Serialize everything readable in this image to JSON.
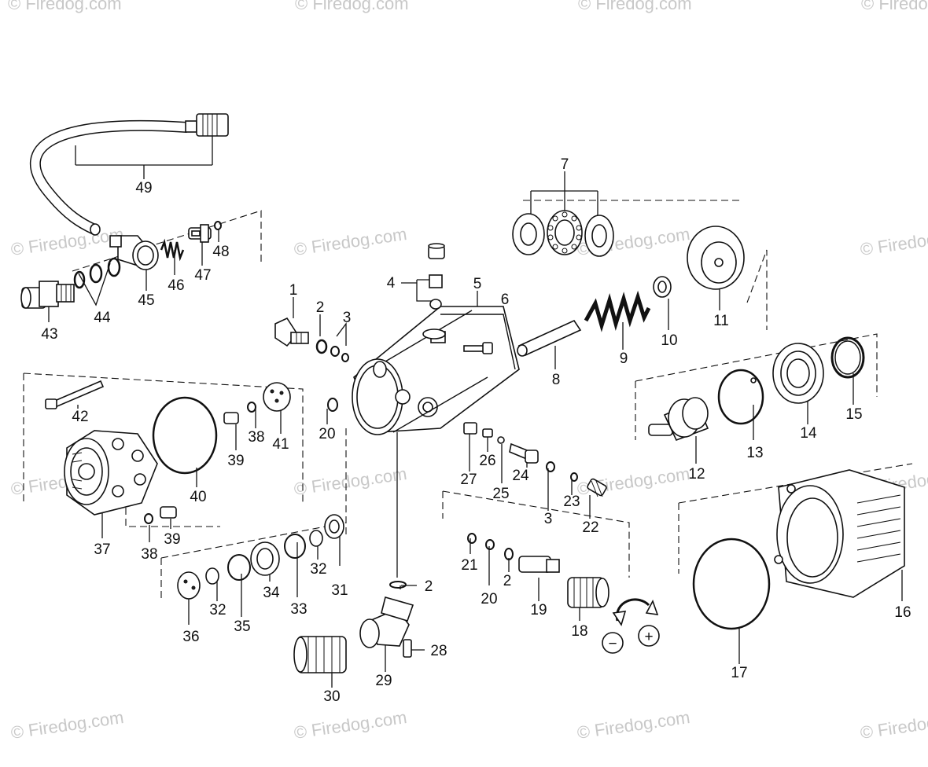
{
  "watermark": "© Firedog.com",
  "watermark_color": "#c8c8c8",
  "callouts": [
    {
      "id": "c1",
      "text": "1"
    },
    {
      "id": "c2a",
      "text": "2"
    },
    {
      "id": "c3a",
      "text": "3"
    },
    {
      "id": "c4",
      "text": "4"
    },
    {
      "id": "c5",
      "text": "5"
    },
    {
      "id": "c6",
      "text": "6"
    },
    {
      "id": "c7",
      "text": "7"
    },
    {
      "id": "c8",
      "text": "8"
    },
    {
      "id": "c9",
      "text": "9"
    },
    {
      "id": "c10",
      "text": "10"
    },
    {
      "id": "c11",
      "text": "11"
    },
    {
      "id": "c12",
      "text": "12"
    },
    {
      "id": "c13",
      "text": "13"
    },
    {
      "id": "c14",
      "text": "14"
    },
    {
      "id": "c15",
      "text": "15"
    },
    {
      "id": "c16",
      "text": "16"
    },
    {
      "id": "c17",
      "text": "17"
    },
    {
      "id": "c18",
      "text": "18"
    },
    {
      "id": "c19",
      "text": "19"
    },
    {
      "id": "c20a",
      "text": "20"
    },
    {
      "id": "c20b",
      "text": "20"
    },
    {
      "id": "c21",
      "text": "21"
    },
    {
      "id": "c22",
      "text": "22"
    },
    {
      "id": "c23",
      "text": "23"
    },
    {
      "id": "c24",
      "text": "24"
    },
    {
      "id": "c25",
      "text": "25"
    },
    {
      "id": "c26",
      "text": "26"
    },
    {
      "id": "c27",
      "text": "27"
    },
    {
      "id": "c28",
      "text": "28"
    },
    {
      "id": "c29",
      "text": "29"
    },
    {
      "id": "c30",
      "text": "30"
    },
    {
      "id": "c31",
      "text": "31"
    },
    {
      "id": "c32a",
      "text": "32"
    },
    {
      "id": "c32b",
      "text": "32"
    },
    {
      "id": "c33",
      "text": "33"
    },
    {
      "id": "c34",
      "text": "34"
    },
    {
      "id": "c35",
      "text": "35"
    },
    {
      "id": "c36",
      "text": "36"
    },
    {
      "id": "c37",
      "text": "37"
    },
    {
      "id": "c38a",
      "text": "38"
    },
    {
      "id": "c38b",
      "text": "38"
    },
    {
      "id": "c39a",
      "text": "39"
    },
    {
      "id": "c39b",
      "text": "39"
    },
    {
      "id": "c40",
      "text": "40"
    },
    {
      "id": "c41",
      "text": "41"
    },
    {
      "id": "c42",
      "text": "42"
    },
    {
      "id": "c43",
      "text": "43"
    },
    {
      "id": "c44",
      "text": "44"
    },
    {
      "id": "c45",
      "text": "45"
    },
    {
      "id": "c46",
      "text": "46"
    },
    {
      "id": "c47",
      "text": "47"
    },
    {
      "id": "c48",
      "text": "48"
    },
    {
      "id": "c49",
      "text": "49"
    },
    {
      "id": "c2b",
      "text": "2"
    },
    {
      "id": "c2c",
      "text": "2"
    },
    {
      "id": "c3b",
      "text": "3"
    }
  ],
  "adjust_symbols": {
    "minus": "−",
    "plus": "+"
  }
}
